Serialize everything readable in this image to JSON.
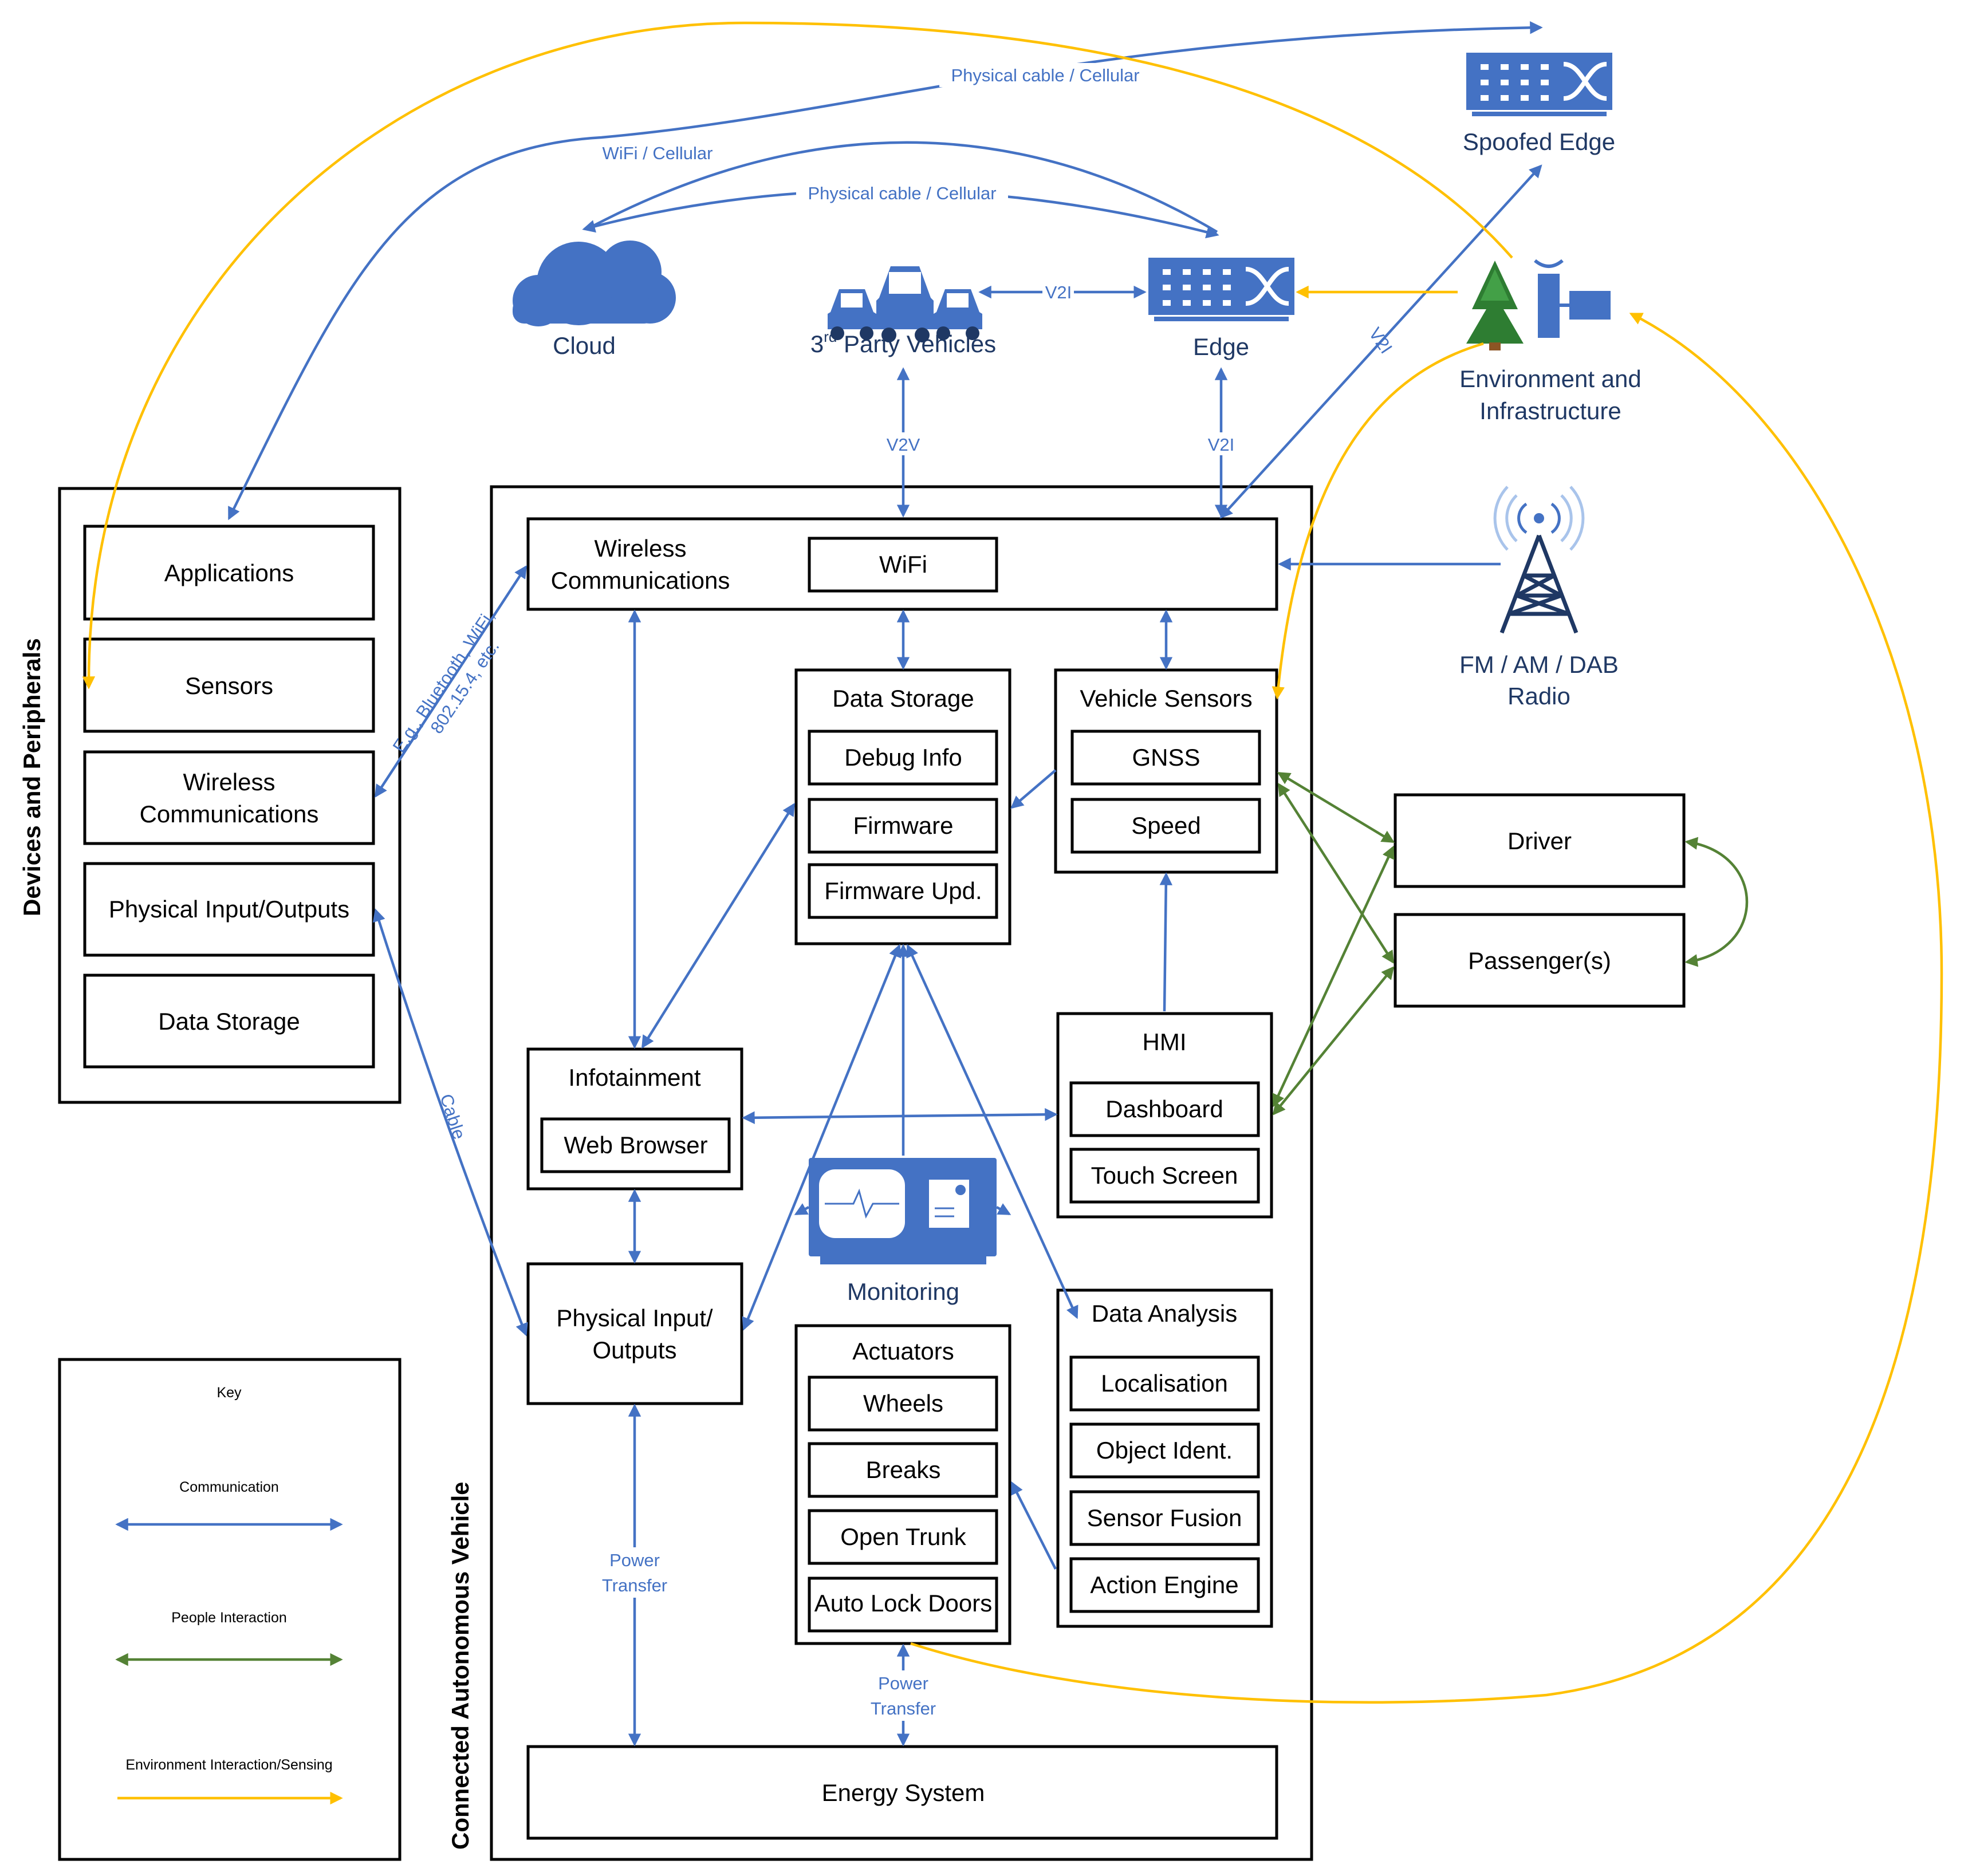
{
  "groups": {
    "devices": "Devices and Peripherals",
    "vehicle": "Connected Autonomous Vehicle"
  },
  "devices": {
    "applications": "Applications",
    "sensors": "Sensors",
    "wireless_line1": "Wireless",
    "wireless_line2": "Communications",
    "physical_io": "Physical Input/Outputs",
    "data_storage": "Data Storage"
  },
  "vehicle": {
    "wireless_line1": "Wireless",
    "wireless_line2": "Communications",
    "wifi": "WiFi",
    "data_storage": {
      "title": "Data Storage",
      "items": [
        "Debug Info",
        "Firmware",
        "Firmware Upd."
      ]
    },
    "vehicle_sensors": {
      "title": "Vehicle Sensors",
      "items": [
        "GNSS",
        "Speed"
      ]
    },
    "infotainment": {
      "title": "Infotainment",
      "items": [
        "Web Browser"
      ]
    },
    "hmi": {
      "title": "HMI",
      "items": [
        "Dashboard",
        "Touch Screen"
      ]
    },
    "physical_io_line1": "Physical Input/",
    "physical_io_line2": "Outputs",
    "monitoring": "Monitoring",
    "actuators": {
      "title": "Actuators",
      "items": [
        "Wheels",
        "Breaks",
        "Open Trunk",
        "Auto Lock Doors"
      ]
    },
    "data_analysis": {
      "title": "Data Analysis",
      "items": [
        "Localisation",
        "Object Ident.",
        "Sensor Fusion",
        "Action Engine"
      ]
    },
    "energy_system": "Energy System"
  },
  "external": {
    "cloud": "Cloud",
    "third_party_pre": "3",
    "third_party_sup": "rd",
    "third_party_post": " Party Vehicles",
    "edge": "Edge",
    "spoofed_edge": "Spoofed Edge",
    "environment_line1": "Environment and",
    "environment_line2": "Infrastructure",
    "radio_line1": "FM / AM / DAB",
    "radio_line2": "Radio",
    "driver": "Driver",
    "passengers": "Passenger(s)"
  },
  "edge_labels": {
    "physical_cable_cellular_top": "Physical cable / Cellular",
    "wifi_cellular": "WiFi / Cellular",
    "physical_cable_cellular_mid": "Physical cable / Cellular",
    "v2i_vehicles_edge": "V2I",
    "v2v": "V2V",
    "v2i_edge_vehicle": "V2I",
    "v2i_spoofed": "V2I",
    "device_wireless_line1": "E.g., Bluetooth, WiFi,",
    "device_wireless_line2": "802.15.4, etc.",
    "cable": "Cable",
    "power_transfer_1_line1": "Power",
    "power_transfer_1_line2": "Transfer",
    "power_transfer_2_line1": "Power",
    "power_transfer_2_line2": "Transfer"
  },
  "key": {
    "title": "Key",
    "communication": "Communication",
    "people": "People Interaction",
    "environment": "Environment Interaction/Sensing"
  },
  "colors": {
    "communication": "#4472c4",
    "people": "#548235",
    "environment": "#ffc000",
    "icon": "#4472c4",
    "external_text": "#1f3864"
  },
  "icons": [
    "cloud-icon",
    "vehicles-icon",
    "edge-server-icon",
    "spoofed-edge-server-icon",
    "tree-icon",
    "satellite-icon",
    "radio-tower-icon",
    "monitoring-icon"
  ]
}
